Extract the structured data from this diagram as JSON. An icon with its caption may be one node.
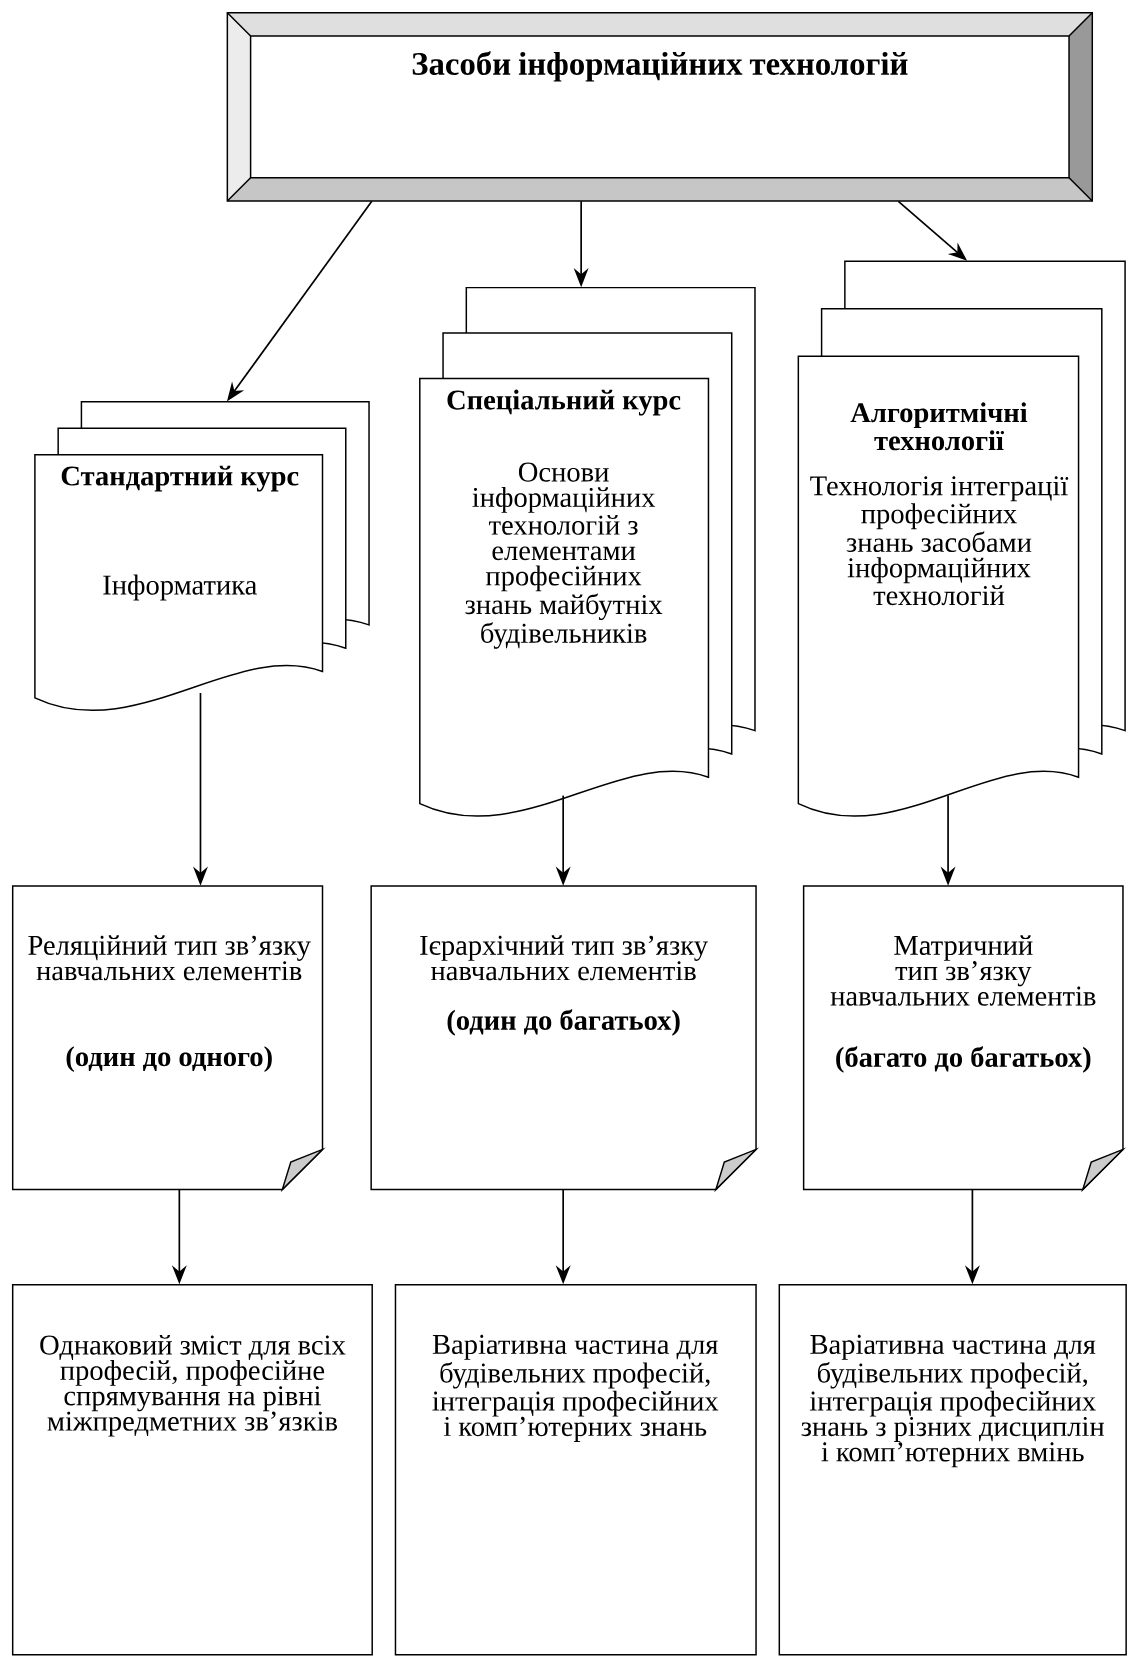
{
  "diagram": {
    "nodes": [
      {
        "text": [
          "Засоби інформаційних технологій"
        ]
      },
      {
        "text": [
          "Стандартний курс",
          "Інформатика"
        ]
      },
      {
        "text": [
          "Спеціальний курс",
          "Основи інформаційних технологій з елементами професійних знань майбутніх будівельників"
        ]
      },
      {
        "text": [
          "Алгоритмічні технології",
          "Технологія інтеграції професійних знань засобами інформаційних технологій"
        ]
      },
      {
        "text": [
          "Реляційний тип зв’язку навчальних елементів",
          "(один до одного)"
        ]
      },
      {
        "text": [
          "Ієрархічний тип зв’язку навчальних елементів",
          "(один до багатьох)"
        ]
      },
      {
        "text": [
          "Матричний тип зв’язку навчальних елементів",
          "(багато до багатьох)"
        ]
      },
      {
        "text": [
          "Однаковий зміст для всіх професій, професійне спрямування на рівні міжпредметних зв’язків"
        ]
      },
      {
        "text": [
          "Варіативна частина для будівельних професій, інтеграція професійних і комп’ютерних знань"
        ]
      },
      {
        "text": [
          "Варіативна частина для будівельних професій, інтеграція професійних знань з різних дисциплін і комп’ютерних вмінь"
        ]
      }
    ],
    "edges": [
      {
        "from": 0,
        "to": 1,
        "arrow": "to"
      },
      {
        "from": 0,
        "to": 2,
        "arrow": "to"
      },
      {
        "from": 0,
        "to": 3,
        "arrow": "to"
      },
      {
        "from": 1,
        "to": 4,
        "arrow": "to"
      },
      {
        "from": 2,
        "to": 5,
        "arrow": "to"
      },
      {
        "from": 3,
        "to": 6,
        "arrow": "to"
      },
      {
        "from": 4,
        "to": 7,
        "arrow": "to"
      },
      {
        "from": 5,
        "to": 8,
        "arrow": "to"
      },
      {
        "from": 6,
        "to": 9,
        "arrow": "to"
      }
    ]
  }
}
